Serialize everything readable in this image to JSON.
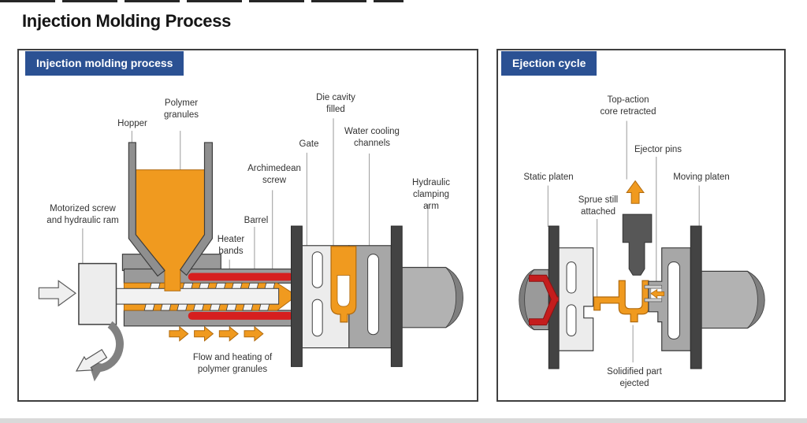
{
  "page": {
    "title": "Injection Molding Process"
  },
  "panels": {
    "left": {
      "header": "Injection molding process",
      "labels": {
        "hopper": "Hopper",
        "polymer_granules": "Polymer\ngranules",
        "motorized_screw": "Motorized screw\nand hydraulic ram",
        "heater_bands": "Heater\nbands",
        "barrel": "Barrel",
        "archimedean_screw": "Archimedean\nscrew",
        "gate": "Gate",
        "die_cavity": "Die cavity\nfilled",
        "water_cooling": "Water cooling\nchannels",
        "hydraulic_arm": "Hydraulic\nclamping arm",
        "flow_heating": "Flow and heating of\npolymer granules"
      }
    },
    "right": {
      "header": "Ejection cycle",
      "labels": {
        "top_action": "Top-action\ncore retracted",
        "ejector_pins": "Ejector pins",
        "static_platen": "Static platen",
        "moving_platen": "Moving platen",
        "sprue": "Sprue still\nattached",
        "solidified": "Solidified part\nejected"
      }
    }
  },
  "colors": {
    "header_blue": "#2b5193",
    "molten_orange": "#f09a1f",
    "orange_outline": "#b06a0e",
    "heater_red": "#d61f1f",
    "sprue_red": "#c41d1d",
    "machine_gray": "#9a9a9a",
    "platen_dark": "#434343"
  }
}
